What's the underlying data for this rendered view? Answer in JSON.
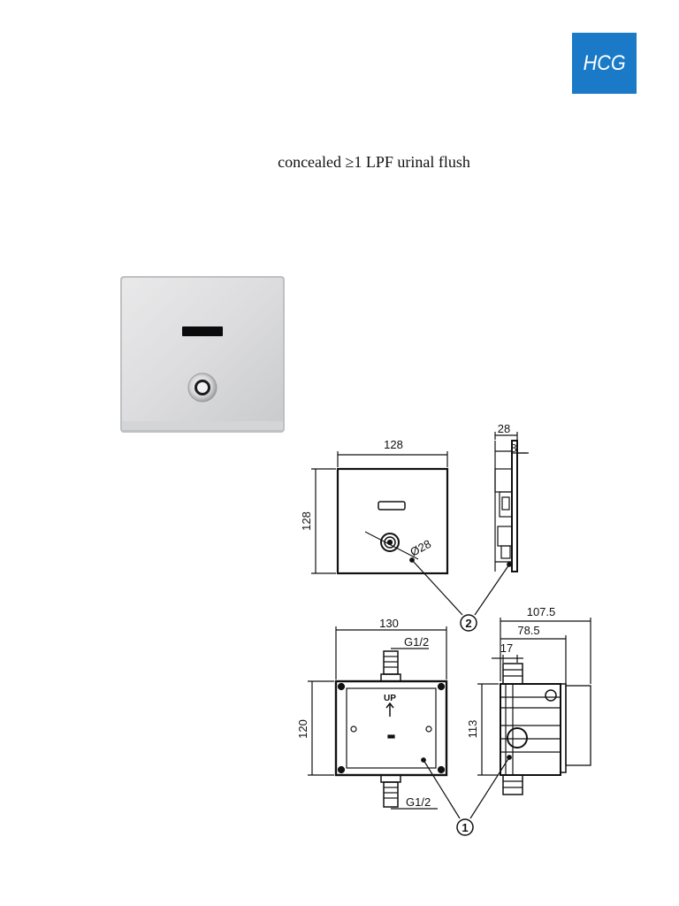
{
  "brand": {
    "logo_text": "HCG",
    "color": "#1a7ac8"
  },
  "title": "concealed ≥1 LPF urinal flush",
  "drawing": {
    "front_width": "128",
    "front_height": "128",
    "button_diameter": "Ø28",
    "side_depth": "28",
    "side_plate": "8",
    "box_width": "130",
    "box_height": "120",
    "pipe_top": "G1/2",
    "pipe_bottom": "G1/2",
    "box_side_height": "113",
    "box_depth_total": "107.5",
    "box_depth_inner": "78.5",
    "inlet_offset": "17",
    "up_label": "UP",
    "callout_1": "1",
    "callout_2": "2"
  }
}
